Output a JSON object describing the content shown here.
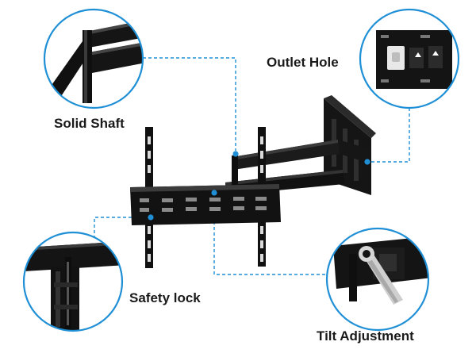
{
  "callouts": {
    "solid_shaft": "Solid Shaft",
    "outlet_hole": "Outlet Hole",
    "safety_lock": "Safety lock",
    "tilt_adjustment": "Tilt Adjustment"
  },
  "colors": {
    "accent": "#1f8fd6",
    "metal": "#111111",
    "background": "#ffffff"
  },
  "icons": [
    "solid-shaft-detail",
    "outlet-hole-detail",
    "safety-lock-detail",
    "tilt-adjustment-detail"
  ]
}
